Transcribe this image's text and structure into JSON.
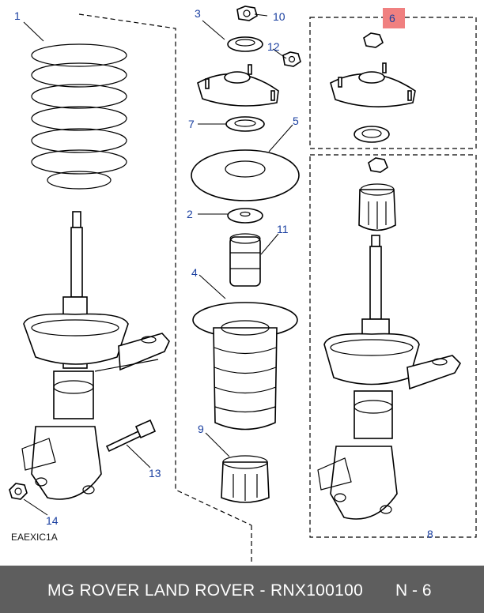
{
  "diagram": {
    "code": "EAEXIC1A",
    "callouts": [
      "1",
      "2",
      "3",
      "4",
      "5",
      "6",
      "7",
      "8",
      "9",
      "10",
      "11",
      "12",
      "13",
      "14"
    ]
  },
  "footer": {
    "title": "MG ROVER LAND ROVER - RNX100100",
    "page": "N - 6"
  },
  "colors": {
    "callout_text": "#1a3fa0",
    "highlight": "#f08080",
    "footer_bg": "#5e5e5e"
  }
}
